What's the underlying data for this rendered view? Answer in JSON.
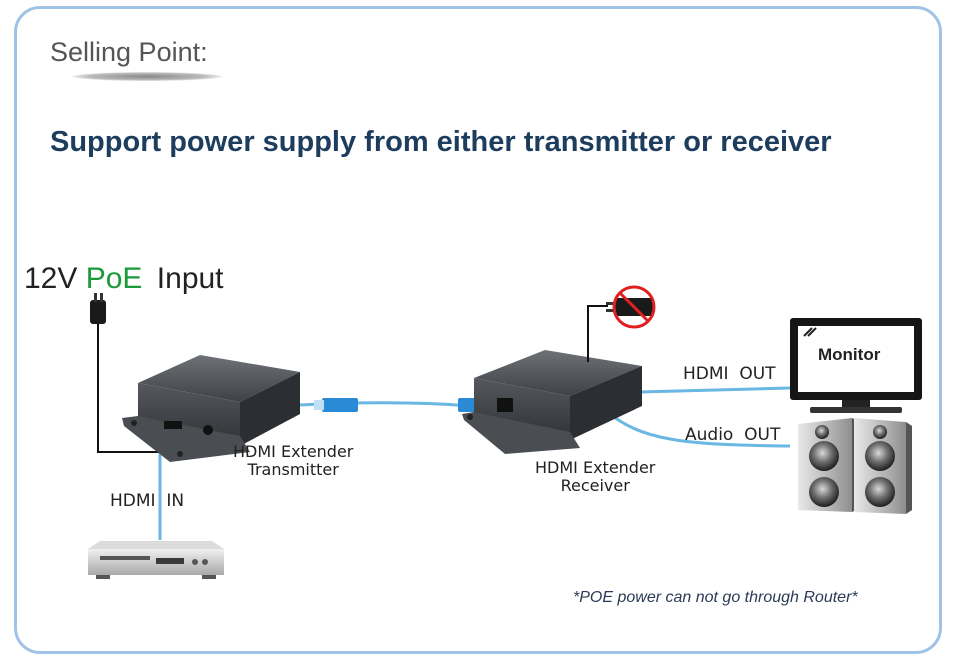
{
  "header": {
    "selling_point": "Selling Point:",
    "headline": "Support power supply from either transmitter or receiver"
  },
  "power_input": {
    "voltage": "12V",
    "poe": "PoE",
    "suffix": "Input"
  },
  "devices": {
    "transmitter_line1": "HDMI Extender",
    "transmitter_line2": "Transmitter",
    "receiver_line1": "HDMI Extender",
    "receiver_line2": "Receiver",
    "monitor": "Monitor"
  },
  "connections": {
    "hdmi_out": "HDMI  OUT",
    "audio_out": "Audio  OUT",
    "hdmi_in": "HDMI  IN"
  },
  "note": "*POE power can not go through Router*",
  "colors": {
    "frame": "#9fc3e6",
    "headline": "#1d3d5e",
    "poe": "#1a9a3a",
    "cable": "#6ab7e3",
    "no_power": "#e02020"
  },
  "icons": [
    "power-adapter-icon",
    "no-power-adapter-icon",
    "dvd-player-icon",
    "monitor-icon",
    "speaker-icon",
    "ethernet-plug-icon"
  ]
}
